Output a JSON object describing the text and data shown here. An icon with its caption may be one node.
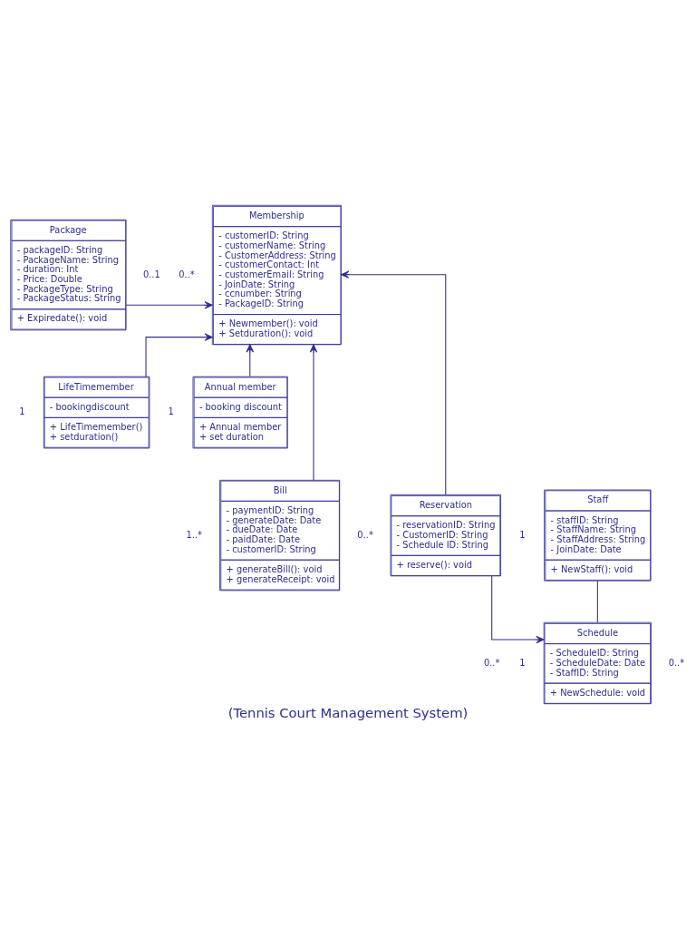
{
  "diagram": {
    "caption": "(Tennis Court Management System)",
    "nodes": [
      {
        "text": [
          "Package",
          "- packageID: String",
          "- PackageName: String",
          "- duration: Int",
          "- Price: Double",
          "- PackageType: String",
          "- PackageStatus: String",
          "+ Expiredate(): void"
        ]
      },
      {
        "text": [
          "Membership",
          "- customerID: String",
          "- customerName: String",
          "- CustomerAddress: String",
          "- customerContact: Int",
          "- customerEmail: String",
          "- JoinDate: String",
          "- ccnumber: String",
          "- PackageID: String",
          "+ Newmember(): void",
          "+ Setduration(): void"
        ]
      },
      {
        "text": [
          "LifeTimemember",
          "- bookingdiscount",
          "+ LifeTimemember()",
          "+ setduration()"
        ]
      },
      {
        "text": [
          "Annual member",
          "- booking discount",
          "+ Annual member",
          "+ set duration"
        ]
      },
      {
        "text": [
          "Bill",
          "- paymentID: String",
          "- generateDate: Date",
          "- dueDate: Date",
          "- paidDate: Date",
          "- customerID: String",
          "+ generateBill(): void",
          "+ generateReceipt: void"
        ]
      },
      {
        "text": [
          "Reservation",
          "- reservationID: String",
          "- CustomerID: String",
          "- Schedule ID: String",
          "+ reserve(): void"
        ]
      },
      {
        "text": [
          "Staff",
          "- staffID: String",
          "- StaffName: String",
          "- StaffAddress: String",
          "- JoinDate: Date",
          "+ NewStaff(): void"
        ]
      },
      {
        "text": [
          "Schedule",
          "- ScheduleID: String",
          "- ScheduleDate: Date",
          "- StaffID: String",
          "+ NewSchedule: void"
        ]
      }
    ],
    "edges": [
      {
        "from": 0,
        "to": 1,
        "arrow": "to"
      },
      {
        "from": 4,
        "to": 1,
        "arrow": "to"
      },
      {
        "from": 2,
        "to": 1,
        "arrow": "to"
      },
      {
        "from": 3,
        "to": 1,
        "arrow": "to"
      },
      {
        "from": 5,
        "to": 1,
        "arrow": "to"
      },
      {
        "from": 5,
        "to": 7,
        "arrow": "to"
      },
      {
        "from": 7,
        "to": 6,
        "arrow": "none"
      }
    ],
    "labels": [
      "0..1",
      "0..*",
      "1",
      "1",
      "1..*",
      "0..*",
      "1",
      "0..*",
      "1",
      "0..*"
    ]
  }
}
